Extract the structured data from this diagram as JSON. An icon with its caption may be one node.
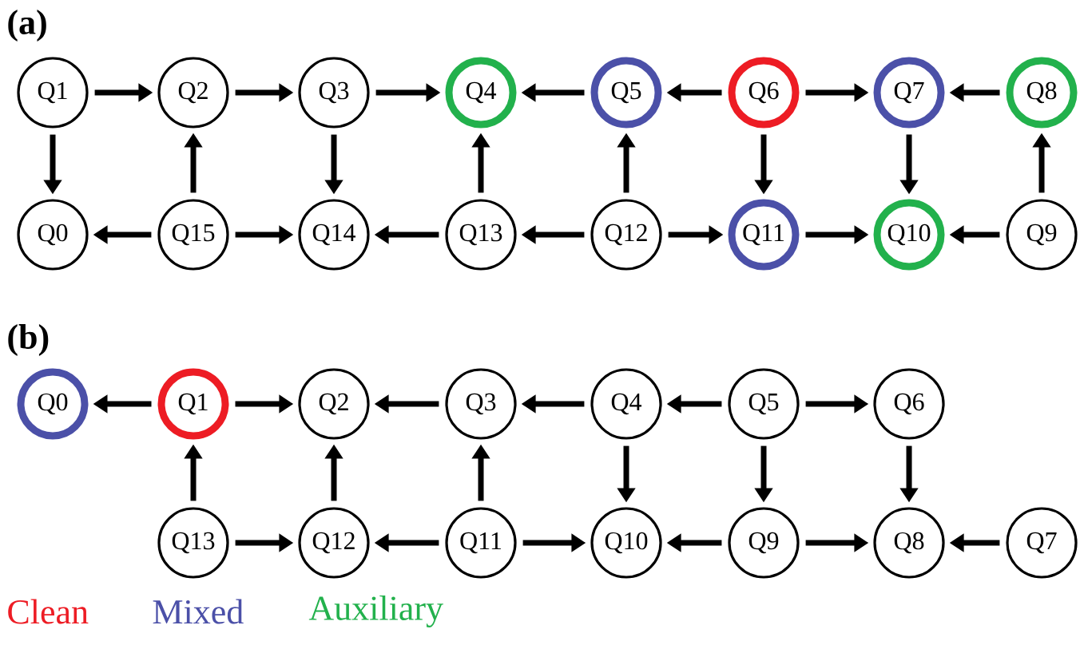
{
  "diagram": {
    "nodes": [
      {
        "text": [
          "Q1"
        ]
      },
      {
        "text": [
          "Q2"
        ]
      },
      {
        "text": [
          "Q3"
        ]
      },
      {
        "text": [
          "Q4"
        ]
      },
      {
        "text": [
          "Q5"
        ]
      },
      {
        "text": [
          "Q6"
        ]
      },
      {
        "text": [
          "Q7"
        ]
      },
      {
        "text": [
          "Q8"
        ]
      },
      {
        "text": [
          "Q0"
        ]
      },
      {
        "text": [
          "Q15"
        ]
      },
      {
        "text": [
          "Q14"
        ]
      },
      {
        "text": [
          "Q13"
        ]
      },
      {
        "text": [
          "Q12"
        ]
      },
      {
        "text": [
          "Q11"
        ]
      },
      {
        "text": [
          "Q10"
        ]
      },
      {
        "text": [
          "Q9"
        ]
      },
      {
        "text": [
          "Q0"
        ]
      },
      {
        "text": [
          "Q1"
        ]
      },
      {
        "text": [
          "Q2"
        ]
      },
      {
        "text": [
          "Q3"
        ]
      },
      {
        "text": [
          "Q4"
        ]
      },
      {
        "text": [
          "Q5"
        ]
      },
      {
        "text": [
          "Q6"
        ]
      },
      {
        "text": [
          "Q13"
        ]
      },
      {
        "text": [
          "Q12"
        ]
      },
      {
        "text": [
          "Q11"
        ]
      },
      {
        "text": [
          "Q10"
        ]
      },
      {
        "text": [
          "Q9"
        ]
      },
      {
        "text": [
          "Q8"
        ]
      },
      {
        "text": [
          "Q7"
        ]
      }
    ],
    "edges": [
      {
        "from": 0,
        "to": 1,
        "arrow": "to"
      },
      {
        "from": 1,
        "to": 2,
        "arrow": "to"
      },
      {
        "from": 2,
        "to": 3,
        "arrow": "to"
      },
      {
        "from": 4,
        "to": 3,
        "arrow": "to"
      },
      {
        "from": 5,
        "to": 4,
        "arrow": "to"
      },
      {
        "from": 5,
        "to": 6,
        "arrow": "to"
      },
      {
        "from": 7,
        "to": 6,
        "arrow": "to"
      },
      {
        "from": 0,
        "to": 8,
        "arrow": "to"
      },
      {
        "from": 9,
        "to": 1,
        "arrow": "to"
      },
      {
        "from": 2,
        "to": 10,
        "arrow": "to"
      },
      {
        "from": 11,
        "to": 3,
        "arrow": "to"
      },
      {
        "from": 12,
        "to": 4,
        "arrow": "to"
      },
      {
        "from": 5,
        "to": 13,
        "arrow": "to"
      },
      {
        "from": 6,
        "to": 14,
        "arrow": "to"
      },
      {
        "from": 15,
        "to": 7,
        "arrow": "to"
      },
      {
        "from": 9,
        "to": 8,
        "arrow": "to"
      },
      {
        "from": 9,
        "to": 10,
        "arrow": "to"
      },
      {
        "from": 11,
        "to": 10,
        "arrow": "to"
      },
      {
        "from": 12,
        "to": 11,
        "arrow": "to"
      },
      {
        "from": 12,
        "to": 13,
        "arrow": "to"
      },
      {
        "from": 13,
        "to": 14,
        "arrow": "to"
      },
      {
        "from": 15,
        "to": 14,
        "arrow": "to"
      },
      {
        "from": 17,
        "to": 16,
        "arrow": "to"
      },
      {
        "from": 17,
        "to": 18,
        "arrow": "to"
      },
      {
        "from": 19,
        "to": 18,
        "arrow": "to"
      },
      {
        "from": 20,
        "to": 19,
        "arrow": "to"
      },
      {
        "from": 21,
        "to": 20,
        "arrow": "to"
      },
      {
        "from": 21,
        "to": 22,
        "arrow": "to"
      },
      {
        "from": 23,
        "to": 17,
        "arrow": "to"
      },
      {
        "from": 24,
        "to": 18,
        "arrow": "to"
      },
      {
        "from": 25,
        "to": 19,
        "arrow": "to"
      },
      {
        "from": 20,
        "to": 26,
        "arrow": "to"
      },
      {
        "from": 21,
        "to": 27,
        "arrow": "to"
      },
      {
        "from": 22,
        "to": 28,
        "arrow": "to"
      },
      {
        "from": 23,
        "to": 24,
        "arrow": "to"
      },
      {
        "from": 25,
        "to": 24,
        "arrow": "to"
      },
      {
        "from": 25,
        "to": 26,
        "arrow": "to"
      },
      {
        "from": 27,
        "to": 26,
        "arrow": "to"
      },
      {
        "from": 27,
        "to": 28,
        "arrow": "to"
      },
      {
        "from": 29,
        "to": 28,
        "arrow": "to"
      }
    ],
    "labels": [
      "(a)",
      "(b)"
    ],
    "legend": [
      {
        "text": "Clean",
        "color": "#ed1c24"
      },
      {
        "text": "Mixed",
        "color": "#4b50a8"
      },
      {
        "text": "Auxiliary",
        "color": "#22b14c"
      }
    ]
  }
}
